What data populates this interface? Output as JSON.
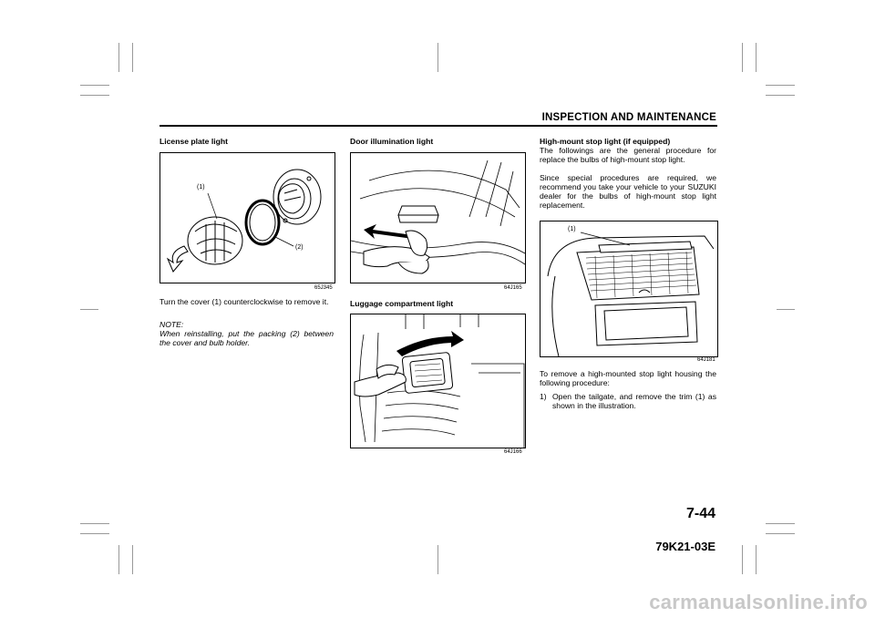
{
  "header": {
    "section_title": "INSPECTION AND MAINTENANCE"
  },
  "col1": {
    "heading": "License plate light",
    "figure": {
      "code": "65J345",
      "label1": "(1)",
      "label2": "(2)"
    },
    "body": "Turn the cover (1) counterclockwise to remove it.",
    "note_label": "NOTE:",
    "note_text": "When reinstalling, put the packing (2) between the cover and bulb holder."
  },
  "col2": {
    "heading1": "Door illumination light",
    "figure1": {
      "code": "64J165"
    },
    "heading2": "Luggage compartment light",
    "figure2": {
      "code": "64J166"
    }
  },
  "col3": {
    "heading": "High-mount stop light (if equipped)",
    "para1": "The followings are the general procedure for replace the bulbs of high-mount stop light.",
    "para2": "Since special procedures are required, we recommend you take your vehicle to your SUZUKI dealer for the bulbs of high-mount stop light replacement.",
    "figure": {
      "code": "64J181",
      "label1": "(1)"
    },
    "para3": "To remove a high-mounted stop light housing the following procedure:",
    "step1_num": "1)",
    "step1_text": "Open the tailgate, and remove the trim (1) as shown in the illustration."
  },
  "footer": {
    "page_number": "7-44",
    "doc_code": "79K21-03E"
  },
  "watermark": "carmanualsonline.info"
}
